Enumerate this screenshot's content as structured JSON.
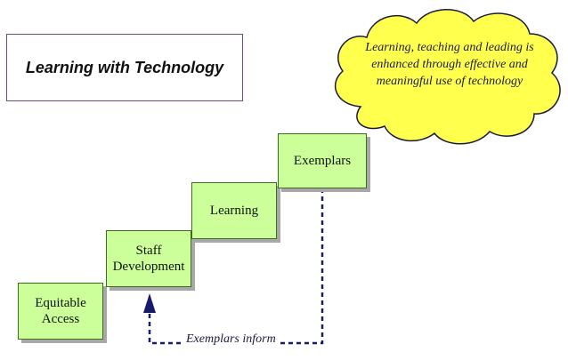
{
  "title": "Learning with Technology",
  "steps": [
    {
      "label": "Equitable\nAccess"
    },
    {
      "label": "Staff\nDevelopment"
    },
    {
      "label": "Learning"
    },
    {
      "label": "Exemplars"
    }
  ],
  "cloud": {
    "text": "Learning, teaching and leading is enhanced through effective and meaningful use of technology"
  },
  "feedback": {
    "label": "Exemplars inform"
  },
  "colors": {
    "step_fill": "#ccff99",
    "step_border": "#3d6b1f",
    "cloud_fill": "#ffff4d",
    "cloud_border": "#1a1a40",
    "arrow": "#1a1a6b",
    "title_border": "#6b4f8a"
  }
}
